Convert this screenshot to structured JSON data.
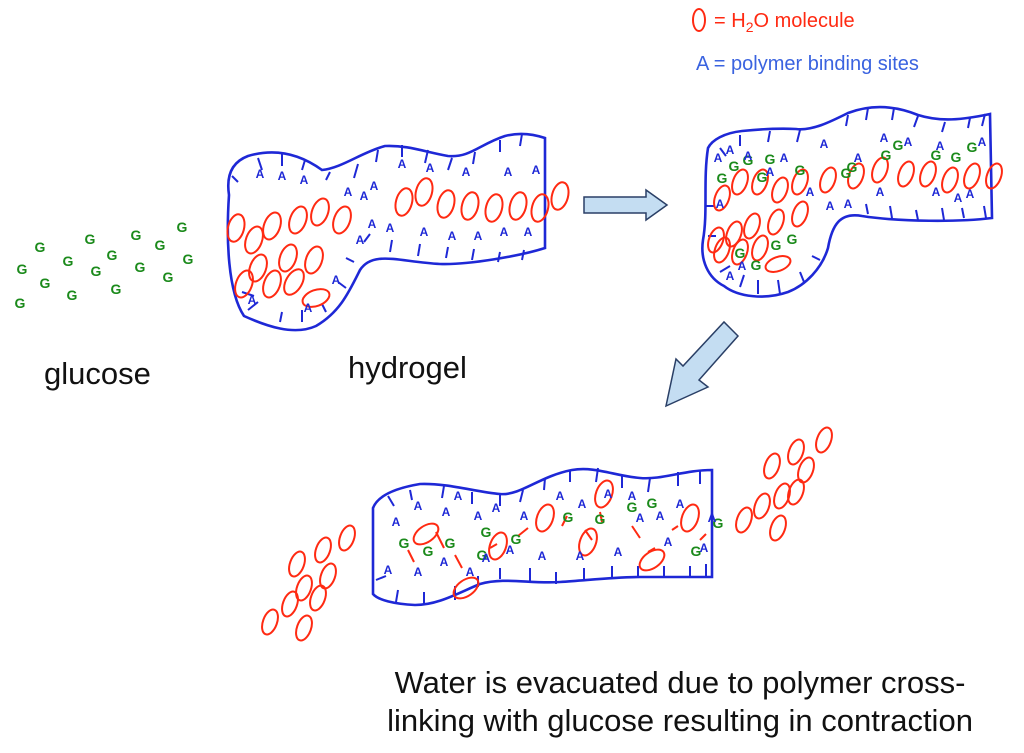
{
  "legend": {
    "water_text": "= H",
    "water_sub": "2",
    "water_text2": "O molecule",
    "site_text": "A = polymer binding sites"
  },
  "labels": {
    "glucose": "glucose",
    "hydrogel": "hydrogel"
  },
  "caption": {
    "line1": "Water is evacuated due to polymer cross-",
    "line2": "linking with glucose resulting in contraction"
  },
  "symbols": {
    "glucose_letter": "G",
    "site_letter": "A"
  },
  "colors": {
    "polymer": "#1e28d6",
    "glucose": "#1b8a1b",
    "water": "#ff2a12",
    "arrow_fill": "#c4ddf2",
    "arrow_stroke": "#2a3f66",
    "text": "#111111"
  }
}
